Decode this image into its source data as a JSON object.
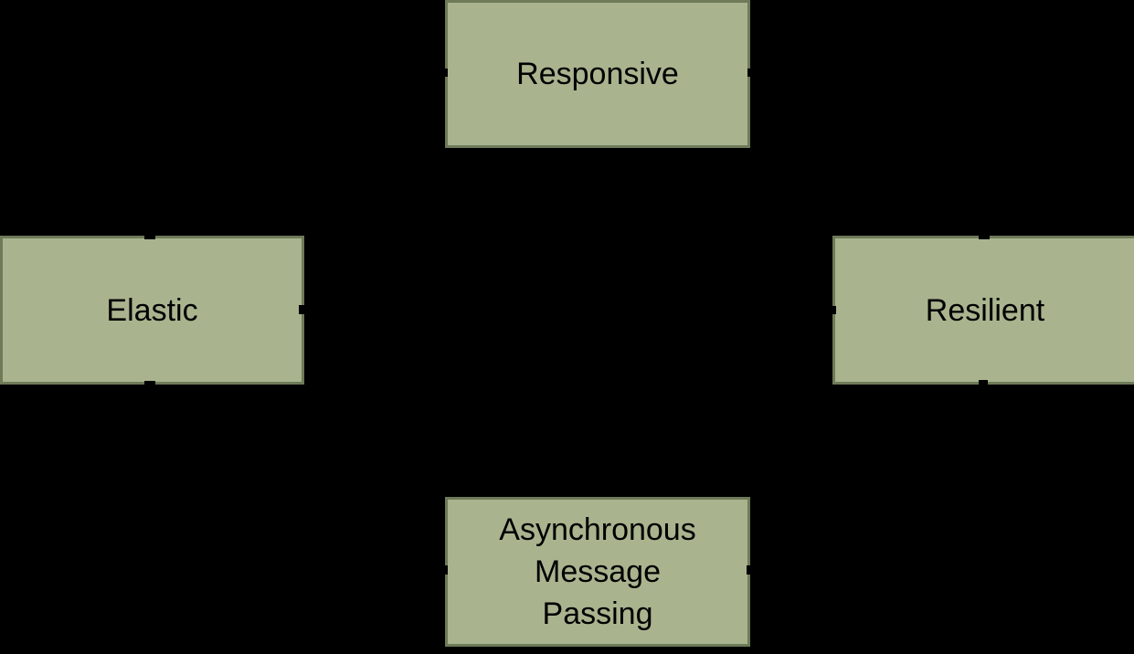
{
  "diagram": {
    "colors": {
      "background": "#000000",
      "node_fill": "#a9b48f",
      "node_border": "#6e7a58",
      "node_text": "#000000",
      "arrow": "#000000"
    },
    "nodes": {
      "responsive": {
        "label": "Responsive"
      },
      "elastic": {
        "label": "Elastic"
      },
      "resilient": {
        "label": "Resilient"
      },
      "message_passing": {
        "label": "Asynchronous Message Passing",
        "lines": [
          "Asynchronous",
          "Message",
          "Passing"
        ]
      }
    }
  }
}
